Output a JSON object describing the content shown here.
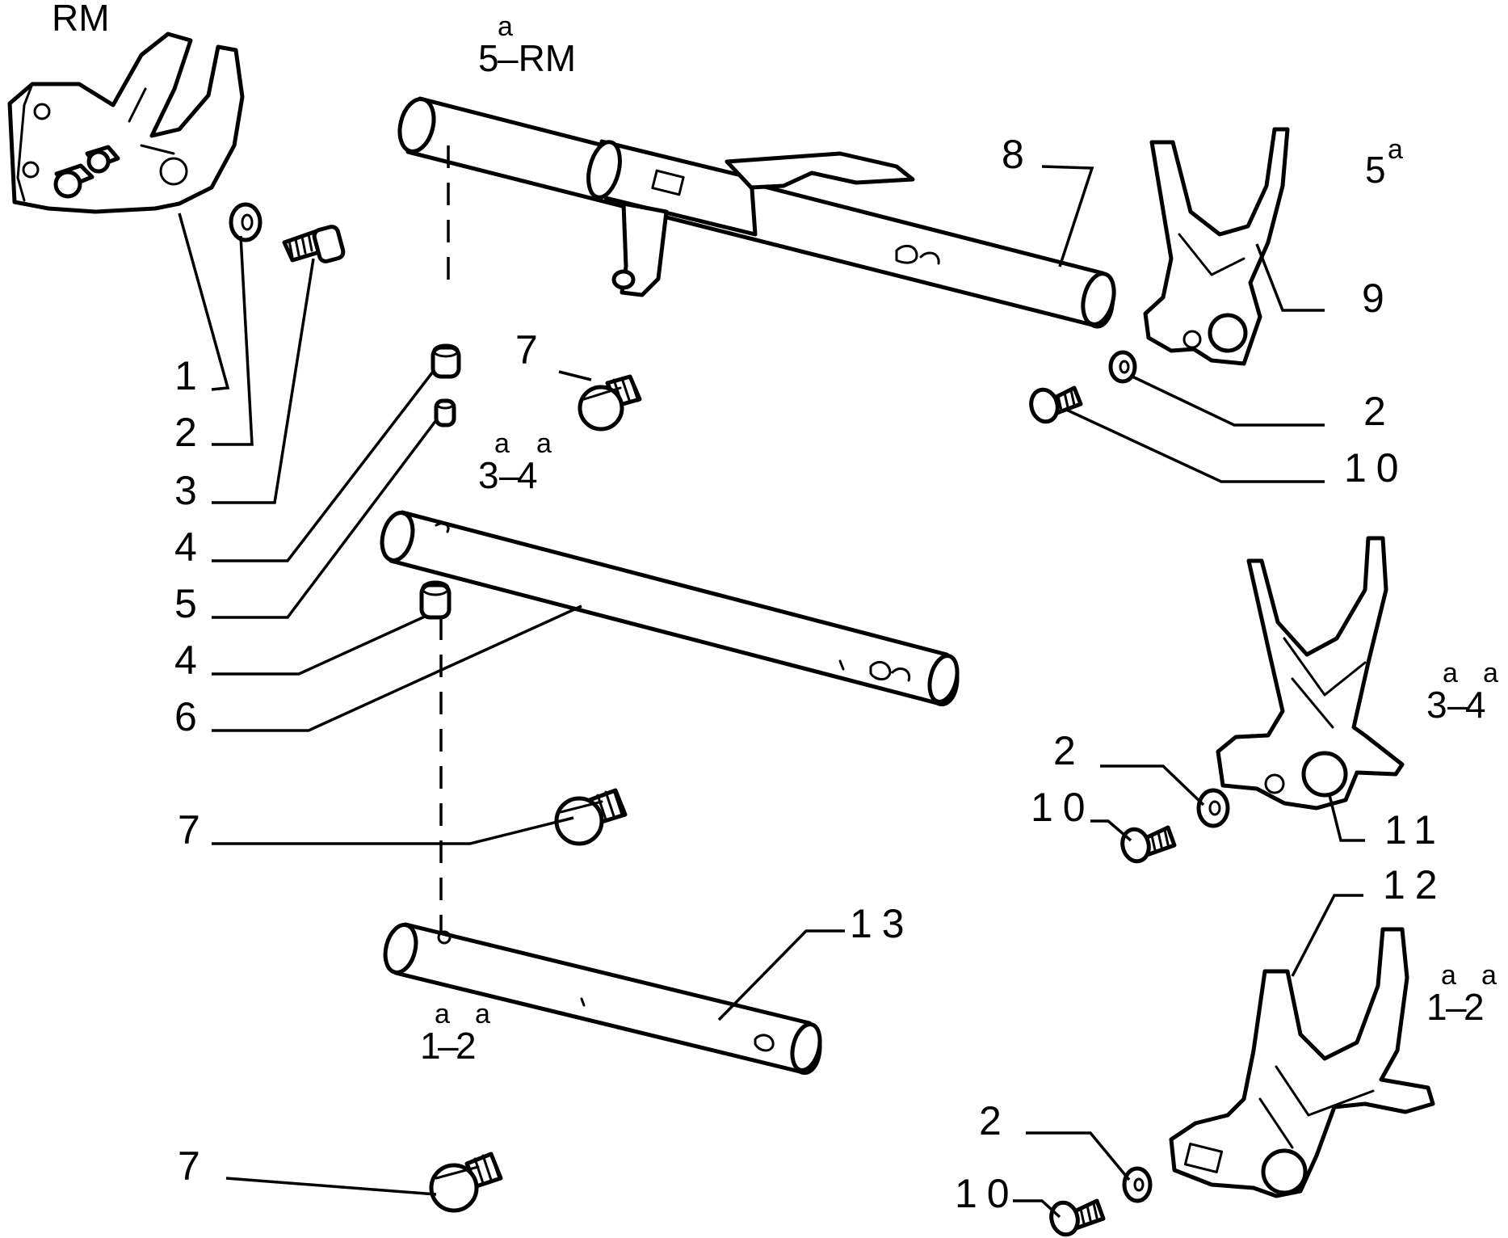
{
  "callouts": [
    {
      "id": "c1",
      "text": "1"
    },
    {
      "id": "c2a",
      "text": "2"
    },
    {
      "id": "c3",
      "text": "3"
    },
    {
      "id": "c4a",
      "text": "4"
    },
    {
      "id": "c5",
      "text": "5"
    },
    {
      "id": "c4b",
      "text": "4"
    },
    {
      "id": "c6",
      "text": "6"
    },
    {
      "id": "c7a",
      "text": "7"
    },
    {
      "id": "c7b",
      "text": "7"
    },
    {
      "id": "c7c",
      "text": "7"
    },
    {
      "id": "c8",
      "text": "8"
    },
    {
      "id": "c9",
      "text": "9"
    },
    {
      "id": "c2b",
      "text": "2"
    },
    {
      "id": "c10a",
      "text": "10"
    },
    {
      "id": "c2c",
      "text": "2"
    },
    {
      "id": "c10b",
      "text": "10"
    },
    {
      "id": "c11",
      "text": "11"
    },
    {
      "id": "c12",
      "text": "12"
    },
    {
      "id": "c13",
      "text": "13"
    },
    {
      "id": "c2d",
      "text": "2"
    },
    {
      "id": "c10c",
      "text": "10"
    }
  ],
  "gear_labels": {
    "rm_fork": {
      "text": "RM"
    },
    "rod_5_rm": {
      "base": "5",
      "sup": "a",
      "rest": "–RM"
    },
    "fork_5": {
      "base": "5",
      "sup": "a"
    },
    "rod_3_4": {
      "base1": "3",
      "sup1": "a",
      "dash": "–",
      "base2": "4",
      "sup2": "a"
    },
    "fork_3_4": {
      "base1": "3",
      "sup1": "a",
      "dash": "–",
      "base2": "4",
      "sup2": "a"
    },
    "rod_1_2": {
      "base1": "1",
      "sup1": "a",
      "dash": "–",
      "base2": "2",
      "sup2": "a"
    },
    "fork_1_2": {
      "base1": "1",
      "sup1": "a",
      "dash": "–",
      "base2": "2",
      "sup2": "a"
    }
  }
}
